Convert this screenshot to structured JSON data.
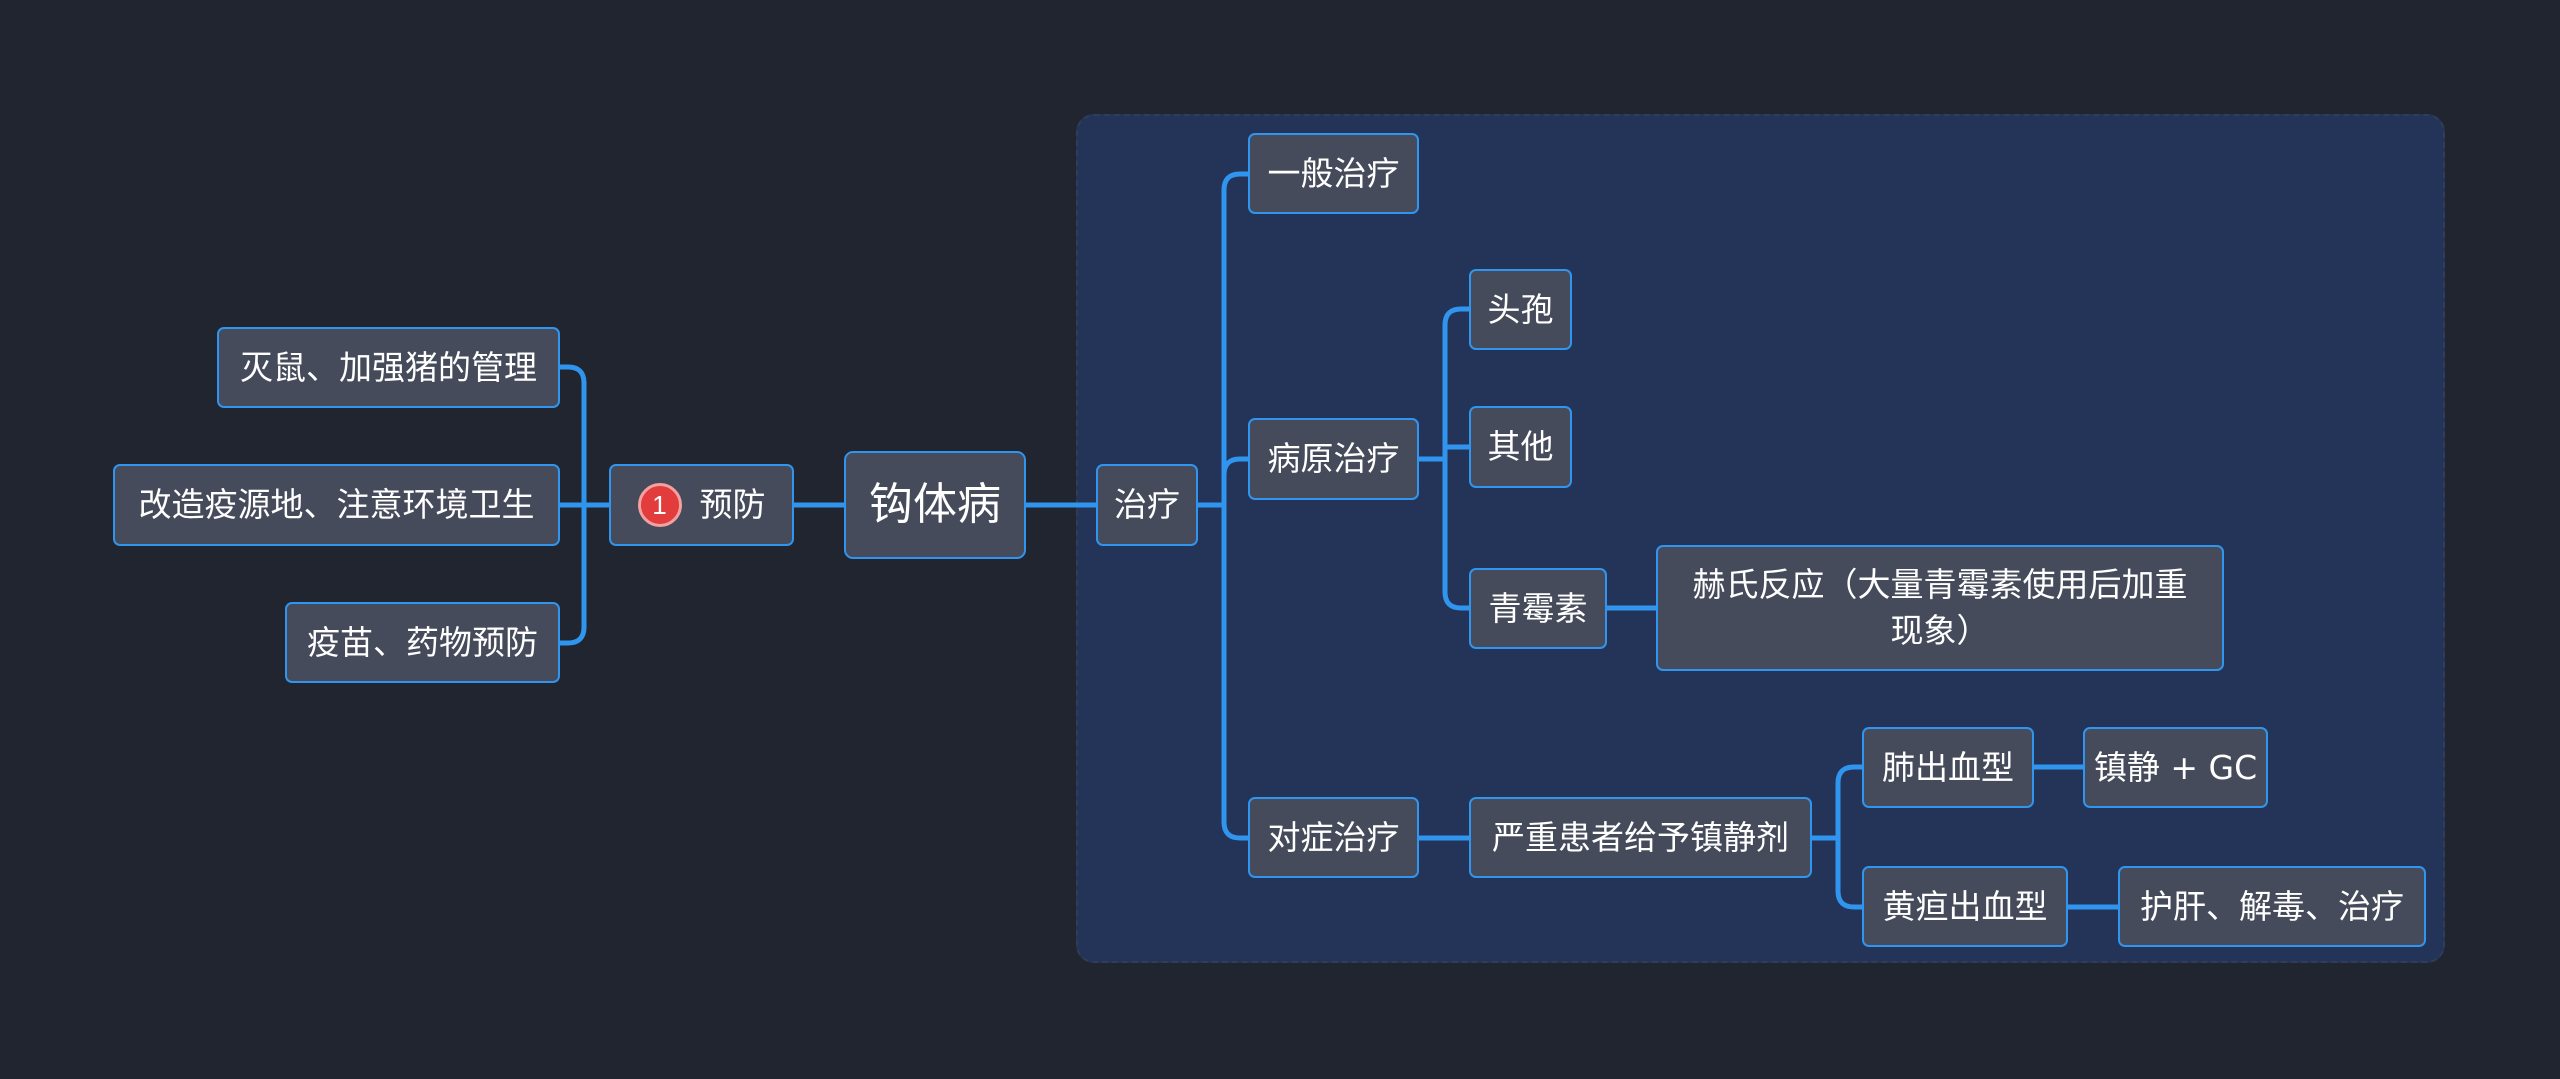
{
  "root": {
    "label": "钩体病"
  },
  "prevention": {
    "label": "预防",
    "badge": "1",
    "children": [
      "灭鼠、加强猪的管理",
      "改造疫源地、注意环境卫生",
      "疫苗、药物预防"
    ]
  },
  "treatment": {
    "label": "治疗",
    "general": {
      "label": "一般治疗"
    },
    "pathogen": {
      "label": "病原治疗",
      "children": {
        "cephalosporin": "头孢",
        "other": "其他",
        "penicillin": {
          "label": "青霉素",
          "reaction": "赫氏反应（大量青霉素使用后加重现象）"
        }
      }
    },
    "symptomatic": {
      "label": "对症治疗",
      "sedative": {
        "label": "严重患者给予镇静剂",
        "pulmonary": {
          "label": "肺出血型",
          "treatment": "镇静 + GC"
        },
        "jaundice": {
          "label": "黄疸出血型",
          "treatment": "护肝、解毒、治疗"
        }
      }
    }
  },
  "colors": {
    "background": "#21252f",
    "group_background": "#233458",
    "node_fill": "#454b5a",
    "connector": "#2f95ee",
    "badge": "#e23c3c"
  }
}
